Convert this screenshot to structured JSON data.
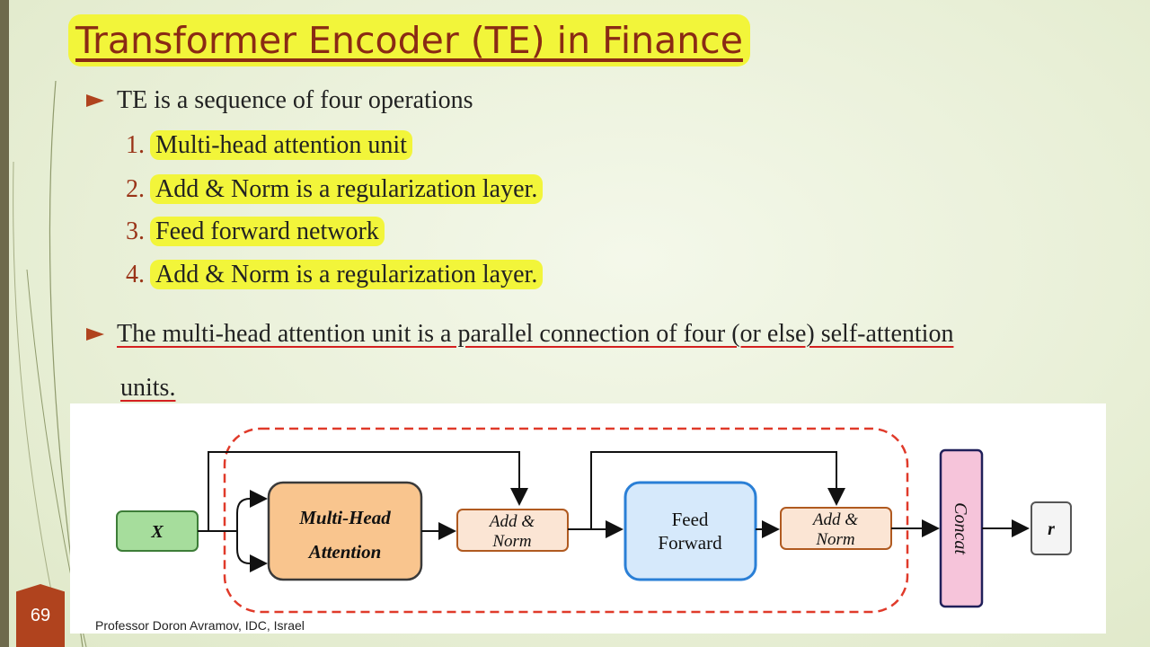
{
  "title": "Transformer Encoder (TE) in Finance",
  "bullet1": "TE is a sequence of four operations",
  "steps": [
    {
      "num": "1.",
      "text": "Multi-head attention unit"
    },
    {
      "num": "2.",
      "text": "Add & Norm is a regularization layer."
    },
    {
      "num": "3.",
      "text": "Feed forward network"
    },
    {
      "num": "4.",
      "text": "Add & Norm is a regularization layer."
    }
  ],
  "bullet2_line1": "The multi-head attention unit is a parallel connection of four (or else) self-attention",
  "bullet2_line2": "units.",
  "diagram": {
    "input": "X",
    "mha_line1": "Multi-Head",
    "mha_line2": "Attention",
    "addnorm_line1": "Add &",
    "addnorm_line2": "Norm",
    "ff_line1": "Feed",
    "ff_line2": "Forward",
    "concat": "Concat",
    "output": "r"
  },
  "footer": "Professor Doron Avramov, IDC, Israel",
  "page_number": "69",
  "colors": {
    "accent": "#b0431e",
    "highlight": "#f2f53a",
    "title_text": "#8a2a14",
    "dashed_border": "#e03a2a"
  }
}
